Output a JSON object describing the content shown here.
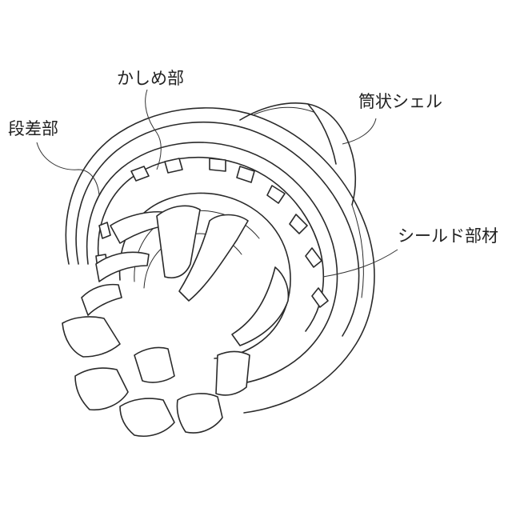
{
  "labels": {
    "kashime": "かしめ部",
    "dansa": "段差部",
    "shell": "筒状シェル",
    "seal": "シールド部材"
  },
  "colors": {
    "line": "#2a2a2a",
    "background": "#ffffff",
    "text": "#222222"
  }
}
